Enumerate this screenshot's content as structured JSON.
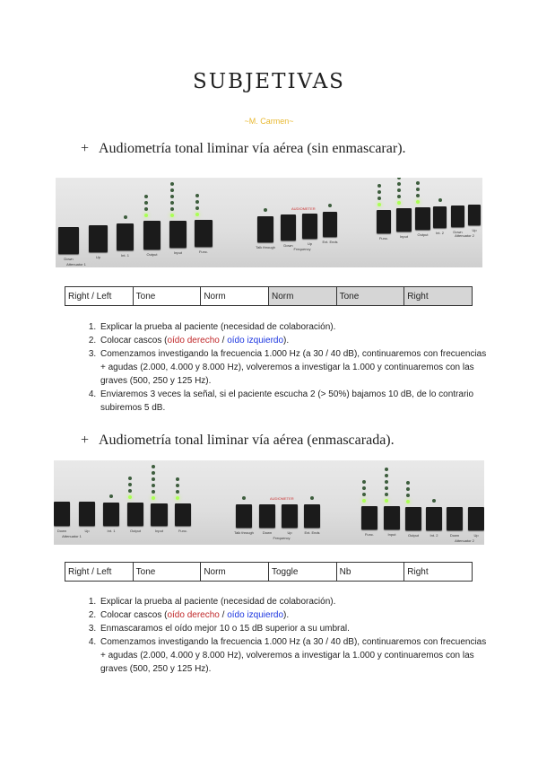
{
  "title": "SUBJETIVAS",
  "author": "~M. Carmen~",
  "sections": [
    {
      "heading": "Audiometría tonal liminar vía aérea (sin enmascarar).",
      "bullet": "+",
      "photo_labels": [
        "Down",
        "Up",
        "Int. 1",
        "Output",
        "Input",
        "Func.",
        "Talk through",
        "Down",
        "Up",
        "Ext. Ends",
        "Func.",
        "Input",
        "Output",
        "Int. 2",
        "Down",
        "Up"
      ],
      "photo_group_labels": {
        "attenuator1": "Attenuator 1",
        "frequency": "Frequency",
        "attenuator2": "Attenuator 2",
        "brand": "AUDIOMETER"
      },
      "table": [
        {
          "text": "Right / Left",
          "shaded": false
        },
        {
          "text": "Tone",
          "shaded": false
        },
        {
          "text": "Norm",
          "shaded": false
        },
        {
          "text": "Norm",
          "shaded": true
        },
        {
          "text": "Tone",
          "shaded": true
        },
        {
          "text": "Right",
          "shaded": true
        }
      ],
      "steps": [
        {
          "text": "Explicar la prueba al paciente (necesidad de colaboración)."
        },
        {
          "pre": "Colocar cascos (",
          "red": "oído derecho",
          "mid": " / ",
          "blue": "oído izquierdo",
          "post": ")."
        },
        {
          "text": "Comenzamos investigando la frecuencia 1.000 Hz (a 30 / 40 dB), continuaremos con frecuencias + agudas (2.000, 4.000 y 8.000 Hz), volveremos a investigar la 1.000 y continuaremos con las graves (500, 250 y 125 Hz)."
        },
        {
          "text": "Enviaremos 3 veces la señal, si el paciente escucha 2 (> 50%) bajamos 10 dB, de lo contrario subiremos 5 dB."
        }
      ]
    },
    {
      "heading": "Audiometría tonal liminar vía aérea (enmascarada).",
      "bullet": "+",
      "photo_labels": [
        "Down",
        "Up",
        "Int. 1",
        "Output",
        "Input",
        "Func.",
        "Talk through",
        "Down",
        "Up",
        "Ext. Ends",
        "Func.",
        "Input",
        "Output",
        "Int. 2",
        "Down",
        "Up"
      ],
      "photo_group_labels": {
        "attenuator1": "Attenuator 1",
        "frequency": "Frequency",
        "attenuator2": "Attenuator 2",
        "brand": "AUDIOMETER"
      },
      "table": [
        {
          "text": "Right / Left",
          "shaded": false
        },
        {
          "text": "Tone",
          "shaded": false
        },
        {
          "text": "Norm",
          "shaded": false
        },
        {
          "text": "Toggle",
          "shaded": false
        },
        {
          "text": "Nb",
          "shaded": false
        },
        {
          "text": "Right",
          "shaded": false
        }
      ],
      "steps": [
        {
          "text": "Explicar la prueba al paciente (necesidad de colaboración)."
        },
        {
          "pre": "Colocar cascos (",
          "red": "oído derecho",
          "mid": " / ",
          "blue": "oído izquierdo",
          "post": ")."
        },
        {
          "text": "Enmascaramos el oído mejor 10 o 15 dB superior a su umbral."
        },
        {
          "text": "Comenzamos investigando la frecuencia 1.000 Hz (a 30 / 40 dB), continuaremos con frecuencias + agudas (2.000, 4.000 y 8.000 Hz), volveremos a investigar la 1.000 y continuaremos con las graves (500, 250 y 125 Hz)."
        }
      ]
    }
  ],
  "colors": {
    "author": "#e8b830",
    "red_ear": "#c0282a",
    "blue_ear": "#1b35e0",
    "led_on": "#aaff55"
  }
}
